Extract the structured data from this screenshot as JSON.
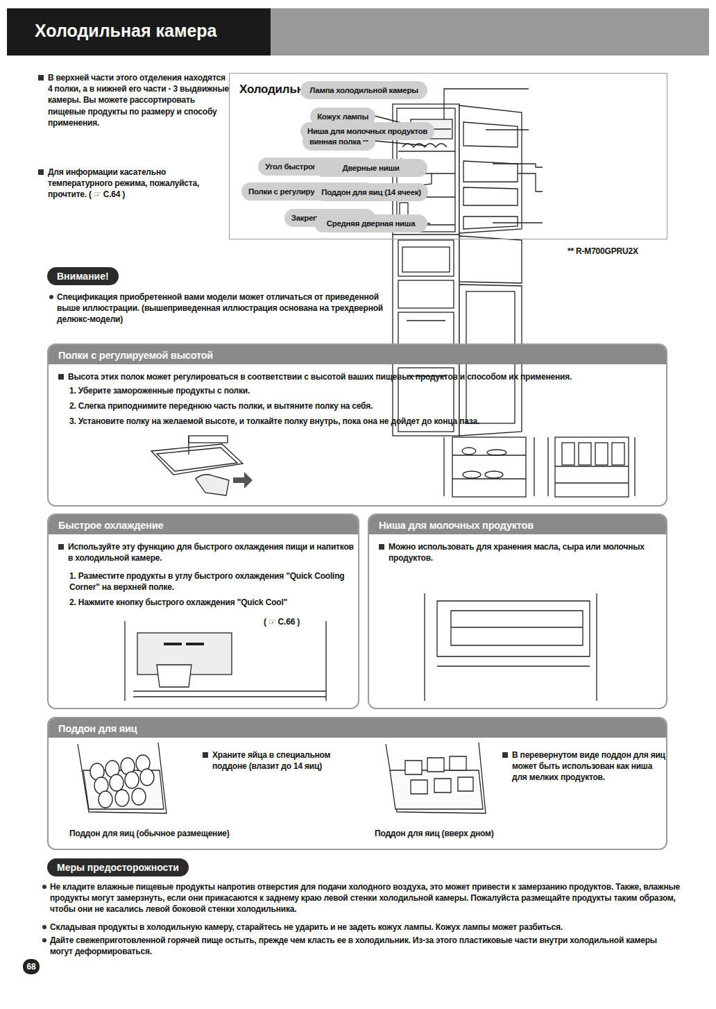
{
  "diagram": {
    "title": "Холодильная камера",
    "nodes": [
      {
        "text": [
          "Холодильная камера"
        ]
      },
      {
        "text": [
          "Кожух лампы"
        ],
        "in": 0
      },
      {
        "text": [
          "винная полка **"
        ],
        "in": 0
      },
      {
        "text": [
          "Угол быстрого охлаждения"
        ],
        "in": 0
      },
      {
        "text": [
          "Полки с регулируемой высотой"
        ],
        "in": 0
      },
      {
        "text": [
          "Закрепленная полка"
        ],
        "in": 0
      },
      {
        "text": [
          "Лампа холодильной камеры"
        ],
        "in": 0
      },
      {
        "text": [
          "Ниша для молочных продуктов"
        ],
        "in": 0
      },
      {
        "text": [
          "Дверные ниши"
        ],
        "in": 0
      },
      {
        "text": [
          "Поддон для яиц (14 ячеек)"
        ],
        "in": 0
      },
      {
        "text": [
          "Средняя дверная ниша"
        ],
        "in": 0
      },
      {
        "text": [
          "Внимание!"
        ]
      },
      {
        "text": [
          "Полки с регулируемой высотой",
          "Высота этих полок может регулироваться в соответствии с высотой ваших пищевых продуктов и способом их применения.",
          "1. Уберите замороженные продукты с полки.",
          "2. Слегка приподнимите переднюю часть полки, и вытяните полку на себя.",
          "3. Установите полку на желаемой высоте, и толкайте полку внутрь, пока она не дойдет до конца паза."
        ]
      },
      {
        "text": [
          "Быстрое охлаждение",
          "Используйте эту функцию для быстрого охлаждения пищи и напитков в холодильной камере.",
          "1. Разместите продукты в углу быстрого охлаждения \"Quick Cooling Corner\" на верхней полке.",
          "2. Нажмите кнопку быстрого охлаждения \"Quick Cool\"",
          "( ☞ С.66 )"
        ]
      },
      {
        "text": [
          "Ниша для молочных продуктов",
          "Можно использовать для хранения масла, сыра или молочных продуктов."
        ]
      },
      {
        "text": [
          "Поддон для яиц",
          "Храните яйца в специальном поддоне (влазит до 14 яиц)",
          "В перевернутом виде поддон для яиц может быть использован как ниша для мелких продуктов.",
          "Поддон для яиц (обычное размещение)",
          "Поддон для яиц (вверх дном)"
        ]
      },
      {
        "text": [
          "Меры предосторожности"
        ]
      }
    ],
    "labels": [
      "В верхней части этого отделения находятся 4 полки, а в нижней его части - 3 выдвижные камеры. Вы можете рассортировать пищевые продукты по размеру и способу применения.",
      "Для информации касательно температурного режима, пожалуйста, прочтите. ( ☞ С.64 )",
      "** R-M700GPRU2X",
      "Спецификация приобретенной вами модели может отличаться от приведенной выше иллюстрации. (вышеприведенная иллюстрация основана на трехдверной делюкс-модели)",
      "Не кладите влажные пищевые продукты напротив отверстия для подачи холодного воздуха, это может привести к замерзанию продуктов. Также, влажные продукты могут замерзнуть, если они прикасаются к заднему краю левой стенки холодильной камеры. Пожалуйста размещайте продукты таким образом, чтобы они не касались левой боковой стенки холодильника.",
      "Складывая продукты в холодильную камеру, старайтесь не ударить и не задеть кожух лампы. Кожух лампы может разбиться.",
      "Дайте свежеприготовленной горячей пище остыть, прежде чем класть ее в холодильник. Из-за этого пластиковые части внутри холодильной камеры могут деформироваться.",
      "68"
    ]
  }
}
